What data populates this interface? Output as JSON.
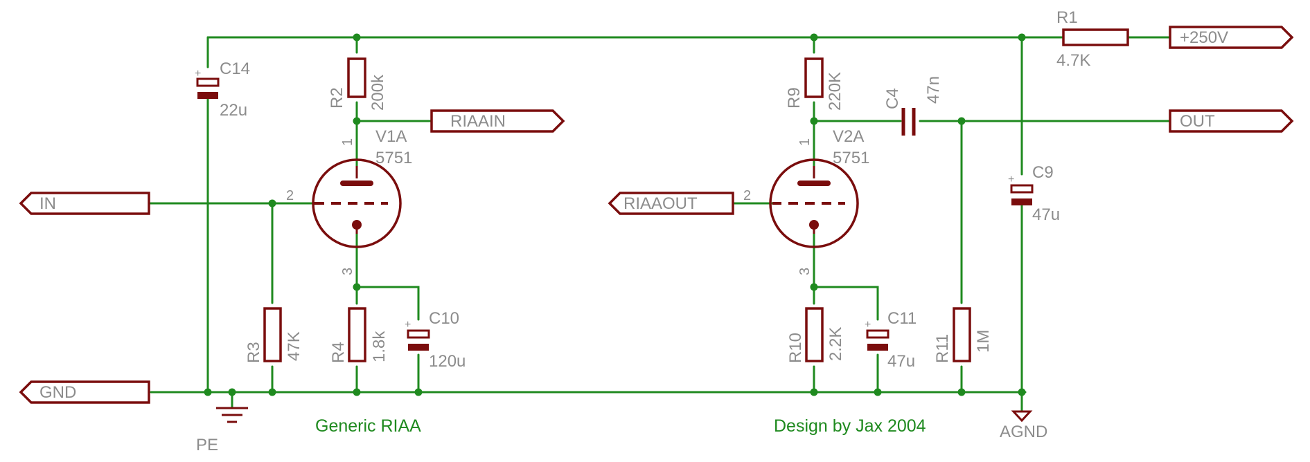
{
  "colors": {
    "wire": "#1f8a1f",
    "component": "#7a0d0d",
    "label": "#8c8c8c",
    "note": "#1f8a1f",
    "background": "#ffffff"
  },
  "ports": {
    "in": "IN",
    "gnd": "GND",
    "riaain": "RIAAIN",
    "riaaout": "RIAAOUT",
    "out": "OUT",
    "vplus": "+250V"
  },
  "components": {
    "R1": {
      "ref": "R1",
      "value": "4.7K"
    },
    "R2": {
      "ref": "R2",
      "value": "200k"
    },
    "R3": {
      "ref": "R3",
      "value": "47K"
    },
    "R4": {
      "ref": "R4",
      "value": "1.8k"
    },
    "R9": {
      "ref": "R9",
      "value": "220K"
    },
    "R10": {
      "ref": "R10",
      "value": "2.2K"
    },
    "R11": {
      "ref": "R11",
      "value": "1M"
    },
    "C4": {
      "ref": "C4",
      "value": "47n"
    },
    "C9": {
      "ref": "C9",
      "value": "47u"
    },
    "C10": {
      "ref": "C10",
      "value": "120u"
    },
    "C11": {
      "ref": "C11",
      "value": "47u"
    },
    "C14": {
      "ref": "C14",
      "value": "22u"
    },
    "V1A": {
      "ref": "V1A",
      "value": "5751"
    },
    "V2A": {
      "ref": "V2A",
      "value": "5751"
    }
  },
  "pins": {
    "v1_anode": "1",
    "v1_grid": "2",
    "v1_cathode": "3",
    "v2_anode": "1",
    "v2_grid": "2",
    "v2_cathode": "3"
  },
  "symbols": {
    "pe": "PE",
    "agnd": "AGND",
    "cap_plus": "+"
  },
  "notes": {
    "left": "Generic RIAA",
    "right": "Design by Jax 2004"
  }
}
